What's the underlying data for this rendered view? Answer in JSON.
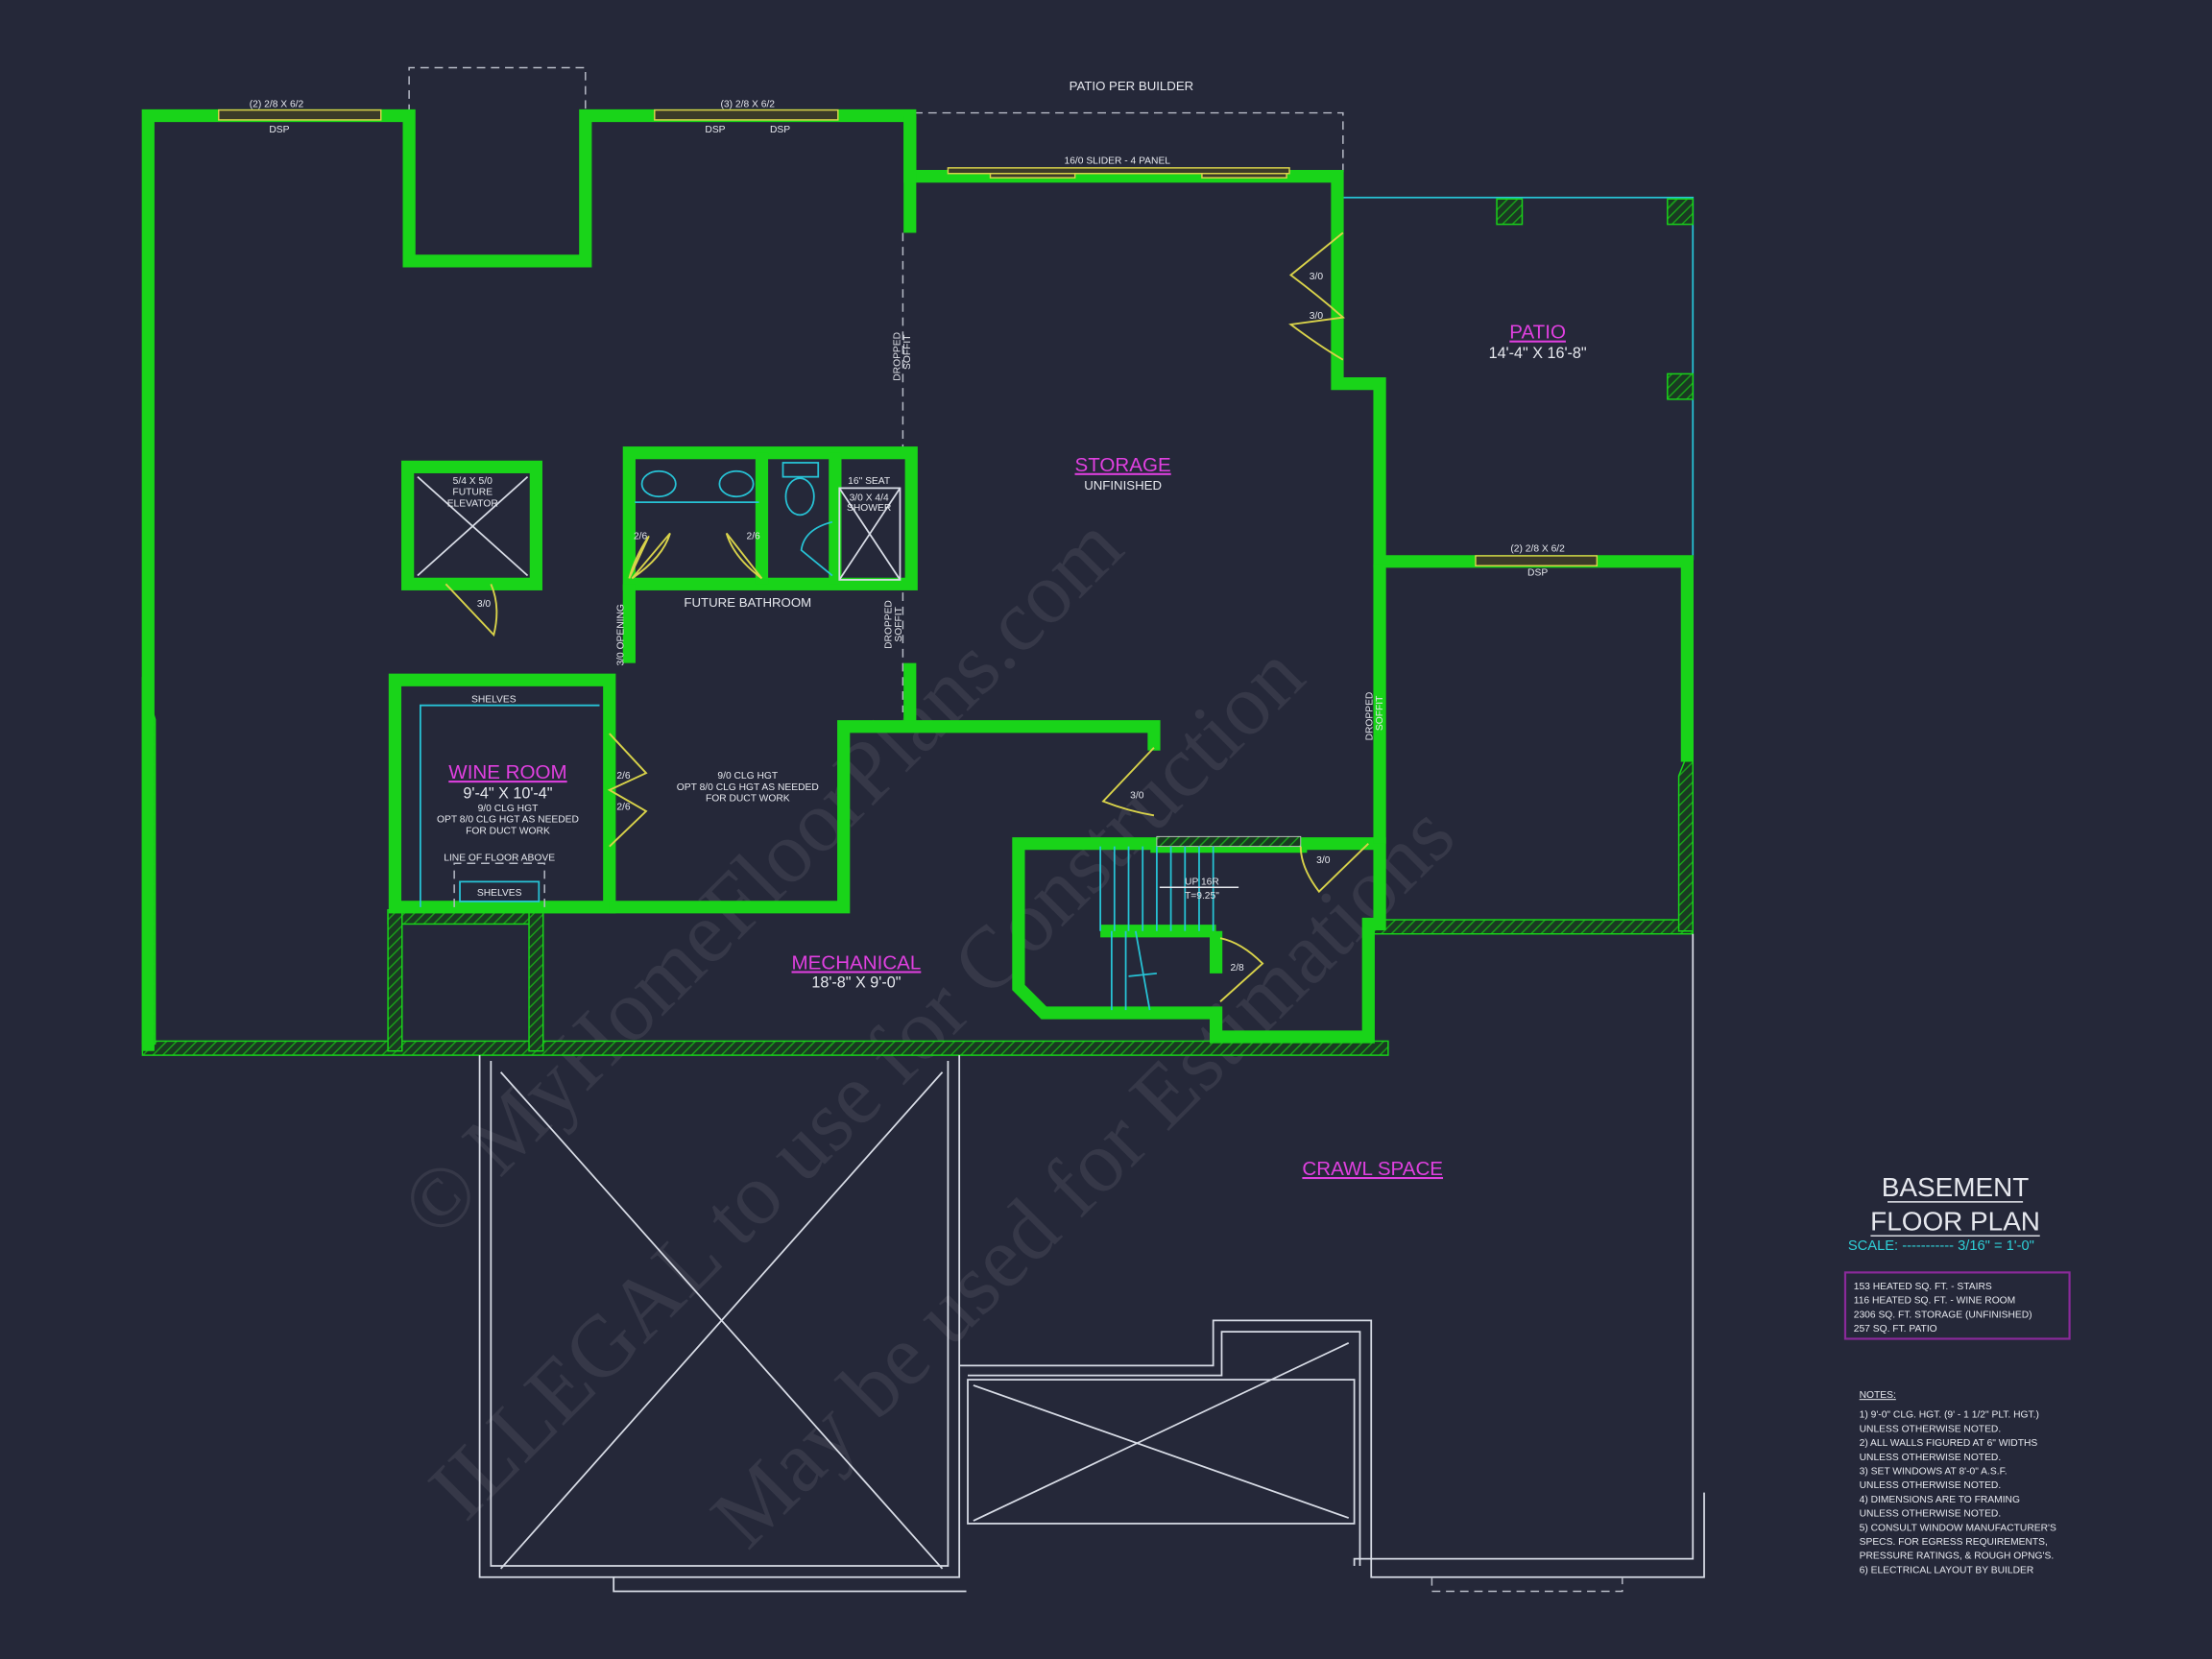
{
  "drawing": {
    "title_line1": "BASEMENT",
    "title_line2": "FLOOR PLAN",
    "scale": "SCALE: ----------- 3/16\" = 1'-0\""
  },
  "area_summary": [
    "153 HEATED SQ. FT. - STAIRS",
    "116 HEATED SQ. FT. - WINE ROOM",
    "2306 SQ. FT. STORAGE (UNFINISHED)",
    "257 SQ. FT. PATIO"
  ],
  "notes": {
    "heading": "NOTES:",
    "lines": [
      "1) 9'-0\"  CLG. HGT. (9' - 1 1/2\" PLT. HGT.)",
      "    UNLESS OTHERWISE NOTED.",
      "2) ALL  WALLS FIGURED AT 6\" WIDTHS",
      "    UNLESS OTHERWISE NOTED.",
      "3) SET WINDOWS AT 8'-0\" A.S.F.",
      "    UNLESS OTHERWISE NOTED.",
      "4) DIMENSIONS ARE TO FRAMING",
      "    UNLESS OTHERWISE NOTED.",
      "5) CONSULT WINDOW MANUFACTURER'S",
      "    SPECS. FOR EGRESS REQUIREMENTS,",
      "    PRESSURE RATINGS, & ROUGH OPNG'S.",
      "6) ELECTRICAL LAYOUT BY BUILDER"
    ]
  },
  "rooms": {
    "storage": {
      "name": "STORAGE",
      "sub": "UNFINISHED"
    },
    "patio": {
      "name": "PATIO",
      "dims": "14'-4\" X 16'-8\""
    },
    "wine_room": {
      "name": "WINE ROOM",
      "dims": "9'-4\" X 10'-4\"",
      "note1": "9/0 CLG HGT",
      "note2": "OPT 8/0 CLG HGT AS NEEDED",
      "note3": "FOR DUCT WORK"
    },
    "mechanical": {
      "name": "MECHANICAL",
      "dims": "18'-8\" X 9'-0\""
    },
    "crawl_space": {
      "name": "CRAWL SPACE"
    },
    "future_bathroom": {
      "name": "FUTURE BATHROOM"
    },
    "center_note": [
      "9/0 CLG HGT",
      "OPT 8/0 CLG HGT AS NEEDED",
      "FOR DUCT WORK"
    ]
  },
  "labels": {
    "patio_per_builder": "PATIO PER BUILDER",
    "slider": "16/0 SLIDER - 4 PANEL",
    "win_left": "(2) 2/8 X 6/2",
    "win_mid": "(3) 2/8 X 6/2",
    "win_right": "(2) 2/8 X 6/2",
    "dsp": "DSP",
    "door_30": "3/0",
    "door_26": "2/6",
    "door_28": "2/8",
    "elevator": [
      "5/4 X 5/0",
      "FUTURE",
      "ELEVATOR"
    ],
    "seat": "16\" SEAT",
    "shower": [
      "3/0 X 4/4",
      "SHOWER"
    ],
    "opening": "3/0 OPENING",
    "dropped_soffit": [
      "DROPPED",
      "SOFFIT"
    ],
    "shelves": "SHELVES",
    "line_floor_above": "LINE OF FLOOR ABOVE",
    "stairs_up": "UP 16R",
    "stairs_tread": "T=9.25\""
  },
  "watermark": [
    "© MyHomeFloorPlans.com",
    "ILLEGAL to use for Construction",
    "May be used for Estimations"
  ],
  "colors": {
    "background": "#252839",
    "walls": "#19d419",
    "room_labels": "#e040e0",
    "fixtures": "#27c3d6",
    "doors": "#d8d24a",
    "summary_box": "#8a2a9a"
  }
}
